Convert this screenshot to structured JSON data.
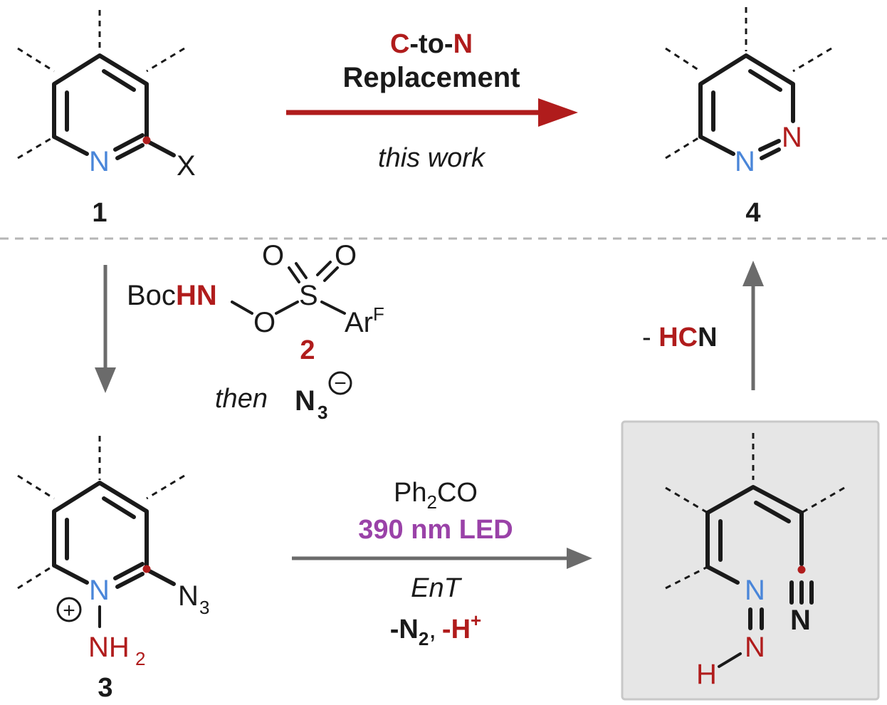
{
  "colors": {
    "text": "#1a1a1a",
    "heteroatom_red": "#b01c1c",
    "nitrogen_blue": "#4a86d9",
    "light_purple": "#9a42a8",
    "arrow_red": "#b01c1c",
    "arrow_gray": "#6b6b6b",
    "divider_gray": "#b5b5b5",
    "intermediate_box": "#e6e6e6"
  },
  "top_arrow": {
    "c_part": "C",
    "to_part": "-to-",
    "n_part": "N",
    "line2": "Replacement",
    "below": "this work"
  },
  "compounds": {
    "c1": "1",
    "c4": "4",
    "c3": "3",
    "reagent_number": "2"
  },
  "atoms": {
    "n": "N",
    "x": "X",
    "n3": "N",
    "n3_sub": "3",
    "nh2_n": "NH",
    "nh2_sub": "2",
    "h": "H",
    "plus": "+"
  },
  "reagent": {
    "boc": "Boc",
    "hn": "HN",
    "o": "O",
    "s": "S",
    "ar": "Ar",
    "ar_sup": "F",
    "then": "then",
    "azide_n": "N",
    "azide_sub": "3",
    "azide_charge": "−"
  },
  "loss_hcn": {
    "dash": "- ",
    "hc": "HC",
    "n": "N"
  },
  "photo_conditions": {
    "ph": "Ph",
    "ph_sub": "2",
    "co": "CO",
    "light": "390 nm LED",
    "ent": "EnT",
    "minus_n2": "-N",
    "n2_sub": "2",
    "comma": ",",
    "minus_h": "-H",
    "h_sup": "+"
  }
}
